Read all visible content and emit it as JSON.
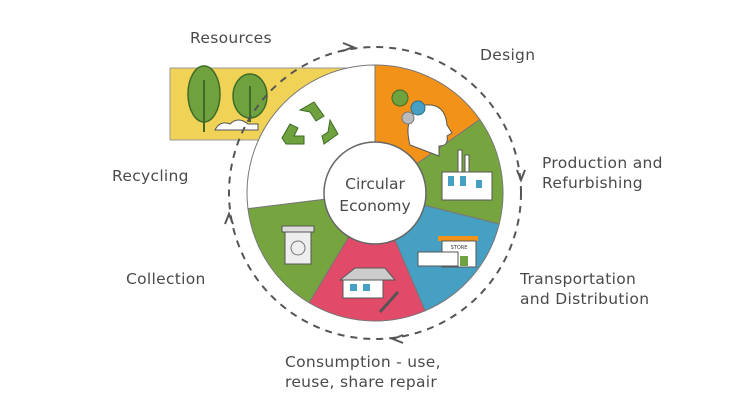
{
  "center_label": [
    "Circular",
    "Economy"
  ],
  "stages": {
    "resources": "Resources",
    "design": "Design",
    "production": [
      "Production and",
      "Refurbishing"
    ],
    "transportation": [
      "Transportation",
      "and Distribution"
    ],
    "consumption": [
      "Consumption - use,",
      "reuse, share repair"
    ],
    "collection": "Collection",
    "recycling": "Recycling"
  },
  "store_sign": "STORE",
  "colors": {
    "design": "#f39219",
    "production": "#76a540",
    "transportation": "#46a0c4",
    "consumption": "#e24a6a",
    "collection": "#76a540",
    "recycling": "#ffffff",
    "resources": "#f0d257",
    "text": "#4a4a4a"
  }
}
